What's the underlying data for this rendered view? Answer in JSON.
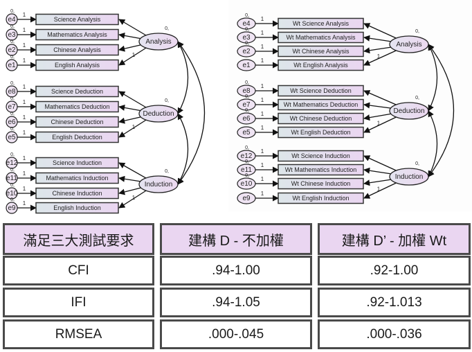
{
  "diagrams": [
    {
      "id": "left",
      "title": "Model D (unweighted)",
      "groups": [
        {
          "latent": "Analysis",
          "latent_mean": "0,",
          "path_label": "1",
          "indicators": [
            {
              "error": "e4",
              "label": "Science Analysis",
              "weight": "1",
              "mean": "0,"
            },
            {
              "error": "e3",
              "label": "Mathematics Analysis",
              "weight": "1",
              "mean": "0,"
            },
            {
              "error": "e2",
              "label": "Chinese Analysis",
              "weight": "1",
              "mean": "0,"
            },
            {
              "error": "e1",
              "label": "English Analysis",
              "weight": "1",
              "mean": "0,"
            }
          ]
        },
        {
          "latent": "Deduction",
          "latent_mean": "0,",
          "path_label": "1",
          "indicators": [
            {
              "error": "e8",
              "label": "Science Deduction",
              "weight": "1",
              "mean": "0,"
            },
            {
              "error": "e7",
              "label": "Mathematics Deduction",
              "weight": "1",
              "mean": "0,"
            },
            {
              "error": "e6",
              "label": "Chinese Deduction",
              "weight": "1",
              "mean": "0,"
            },
            {
              "error": "e5",
              "label": "English Deduction",
              "weight": "1",
              "mean": "0,"
            }
          ]
        },
        {
          "latent": "Induction",
          "latent_mean": "0,",
          "path_label": "1",
          "indicators": [
            {
              "error": "e12",
              "label": "Science Induction",
              "weight": "1",
              "mean": "0,"
            },
            {
              "error": "e11",
              "label": "Mathematics Induction",
              "weight": "1",
              "mean": "0,"
            },
            {
              "error": "e10",
              "label": "Chinese Induction",
              "weight": "1",
              "mean": "0,"
            },
            {
              "error": "e9",
              "label": "English Induction",
              "weight": "1",
              "mean": "0,"
            }
          ]
        }
      ]
    },
    {
      "id": "right",
      "title": "Model D' (weighted Wt)",
      "groups": [
        {
          "latent": "Analysis",
          "latent_mean": "0,",
          "path_label": "1",
          "indicators": [
            {
              "error": "e4",
              "label": "Wt Science Analysis",
              "weight": "1",
              "mean": "0,"
            },
            {
              "error": "e3",
              "label": "Wt Mathematics Analysis",
              "weight": "1",
              "mean": "0,"
            },
            {
              "error": "e2",
              "label": "Wt Chinese Analysis",
              "weight": "1",
              "mean": "0,"
            },
            {
              "error": "e1",
              "label": "Wt English Analysis",
              "weight": "1",
              "mean": ""
            }
          ]
        },
        {
          "latent": "Deduction",
          "latent_mean": "0,",
          "path_label": "1",
          "indicators": [
            {
              "error": "e8",
              "label": "Wt Science Deduction",
              "weight": "1",
              "mean": "0,"
            },
            {
              "error": "e7",
              "label": "Wt Mathematics Deduction",
              "weight": "1",
              "mean": "0,"
            },
            {
              "error": "e6",
              "label": "Wt Chinese Deduction",
              "weight": "1",
              "mean": "0,"
            },
            {
              "error": "e5",
              "label": "Wt English Deduction",
              "weight": "1",
              "mean": ""
            }
          ]
        },
        {
          "latent": "Induction",
          "latent_mean": "0,",
          "path_label": "1",
          "indicators": [
            {
              "error": "e12",
              "label": "Wt Science Induction",
              "weight": "1",
              "mean": "0,"
            },
            {
              "error": "e11",
              "label": "Wt Mathematics Induction",
              "weight": "1",
              "mean": "0,"
            },
            {
              "error": "e10",
              "label": "Wt Chinese Induction",
              "weight": "1",
              "mean": "0,"
            },
            {
              "error": "e9",
              "label": "Wt English Induction",
              "weight": "1",
              "mean": ""
            }
          ]
        }
      ]
    }
  ],
  "colors": {
    "indicator_fill_left": "#dde6ea",
    "indicator_fill_right": "#ead6f1",
    "latent_fill": "#e6dcf0",
    "header_fill": "#ead6f1",
    "border": "#4a4a4a"
  },
  "table": {
    "headers": [
      "滿足三大測試要求",
      "建構 D - 不加權",
      "建構 D’ - 加權 Wt"
    ],
    "rows": [
      [
        "CFI",
        ".94-1.00",
        ".92-1.00"
      ],
      [
        "IFI",
        ".94-1.05",
        ".92-1.013"
      ],
      [
        "RMSEA",
        ".000-.045",
        ".000-.036"
      ]
    ]
  }
}
